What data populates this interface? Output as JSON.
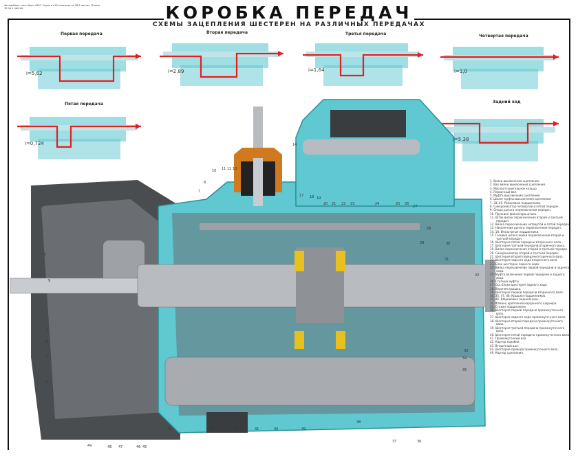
{
  "header": {
    "series_note": "Автомобиль-тягач Урал-4320. Серия из 55 плакатов на 38,5 листах. Плакат 15 на 2 листах.",
    "title": "КОРОБКА ПЕРЕДАЧ",
    "subtitle": "СХЕМЫ ЗАЦЕПЛЕНИЯ ШЕСТЕРЕН НА РАЗЛИЧНЫХ ПЕРЕДАЧАХ"
  },
  "schemes": [
    {
      "label": "Первая передача",
      "ratio": "i=5,62"
    },
    {
      "label": "Вторая передача",
      "ratio": "i=2,89"
    },
    {
      "label": "Третья передача",
      "ratio": "i=1,64"
    },
    {
      "label": "Четвертая передача",
      "ratio": "i=1,0"
    },
    {
      "label": "Пятая передача",
      "ratio": "i=0,724"
    },
    {
      "label": "Задний ход",
      "ratio": "i=5,38"
    }
  ],
  "colors": {
    "housing": "#5fc8d0",
    "housing_dark": "#2a8f99",
    "shaft": "#b8bcc0",
    "bell": "#4a4d50",
    "power_flow": "#e02020",
    "synchro": "#e8c020",
    "seal": "#d07a20"
  },
  "callouts": [
    "1",
    "2",
    "3",
    "4",
    "5",
    "6",
    "7",
    "8",
    "9",
    "10",
    "11",
    "12",
    "13",
    "14",
    "17",
    "18",
    "19",
    "20",
    "21",
    "22",
    "23",
    "24",
    "25",
    "26",
    "27",
    "28",
    "29",
    "30",
    "31",
    "32",
    "33",
    "34",
    "35",
    "36",
    "37",
    "38",
    "39",
    "40",
    "41",
    "42",
    "43",
    "44",
    "45",
    "46",
    "47",
    "48",
    "49"
  ],
  "legend": [
    "1. Вилка выключения сцепления.",
    "2. Вал вилки выключения сцепления.",
    "3. Маслоотгонительное кольцо.",
    "4. Первичный вал.",
    "5. Муфта выключения сцепления.",
    "6. Шланг муфты выключения сцепления.",
    "7. 34, 45. Роликовые подшипники.",
    "8. Синхронизатор четвертой и пятой передач.",
    "9. Опора рычага переключения передач.",
    "10. Пружина фиксатора штока.",
    "11. Шток вилки переключения второй и третьей передач.",
    "12. Вилка переключения четвертой и пятой передач.",
    "13. Наконечник рычага переключения передач.",
    "14, 18. Игольчатые подшипники.",
    "15. Головка штока вилки переключения второй и третьей передач.",
    "16. Шестерня пятой передачи вторичного вала.",
    "17. Шестерня третьей передачи вторичного вала.",
    "19. Вилка переключения второй и третьей передач.",
    "20. Синхронизатор второй и третьей передач.",
    "21. Шестерня второй передачи вторичного вала.",
    "22. Шестерня заднего хода вторичного вала.",
    "23. Блок шестерен заднего хода.",
    "24. Вилка переключения первой передачи и заднего хода.",
    "25. Муфта включения первой передачи и заднего хода.",
    "26. Ступица муфты.",
    "27. Ось блока шестерен заднего хода.",
    "28. Верхняя крышка.",
    "29. Шестерня первой передачи вторичного вала.",
    "30, 35, 47, 48. Крышки подшипников.",
    "31, 46. Шариковые подшипники.",
    "32. Фланец крепления карданного шарнира.",
    "33. Стакан подшипника.",
    "36. Шестерня первой передачи промежуточного вала.",
    "37. Шестерня заднего хода промежуточного вала.",
    "38. Шестерня второй передачи промежуточного вала.",
    "39. Шестерня третьей передачи промежуточного вала.",
    "40. Шестерня пятой передачи промежуточного вала.",
    "41. Промежуточный вал.",
    "42. Картер коробки.",
    "43. Вторичный вал.",
    "44. Шестерня привода промежуточного вала.",
    "49. Картер сцепления."
  ]
}
